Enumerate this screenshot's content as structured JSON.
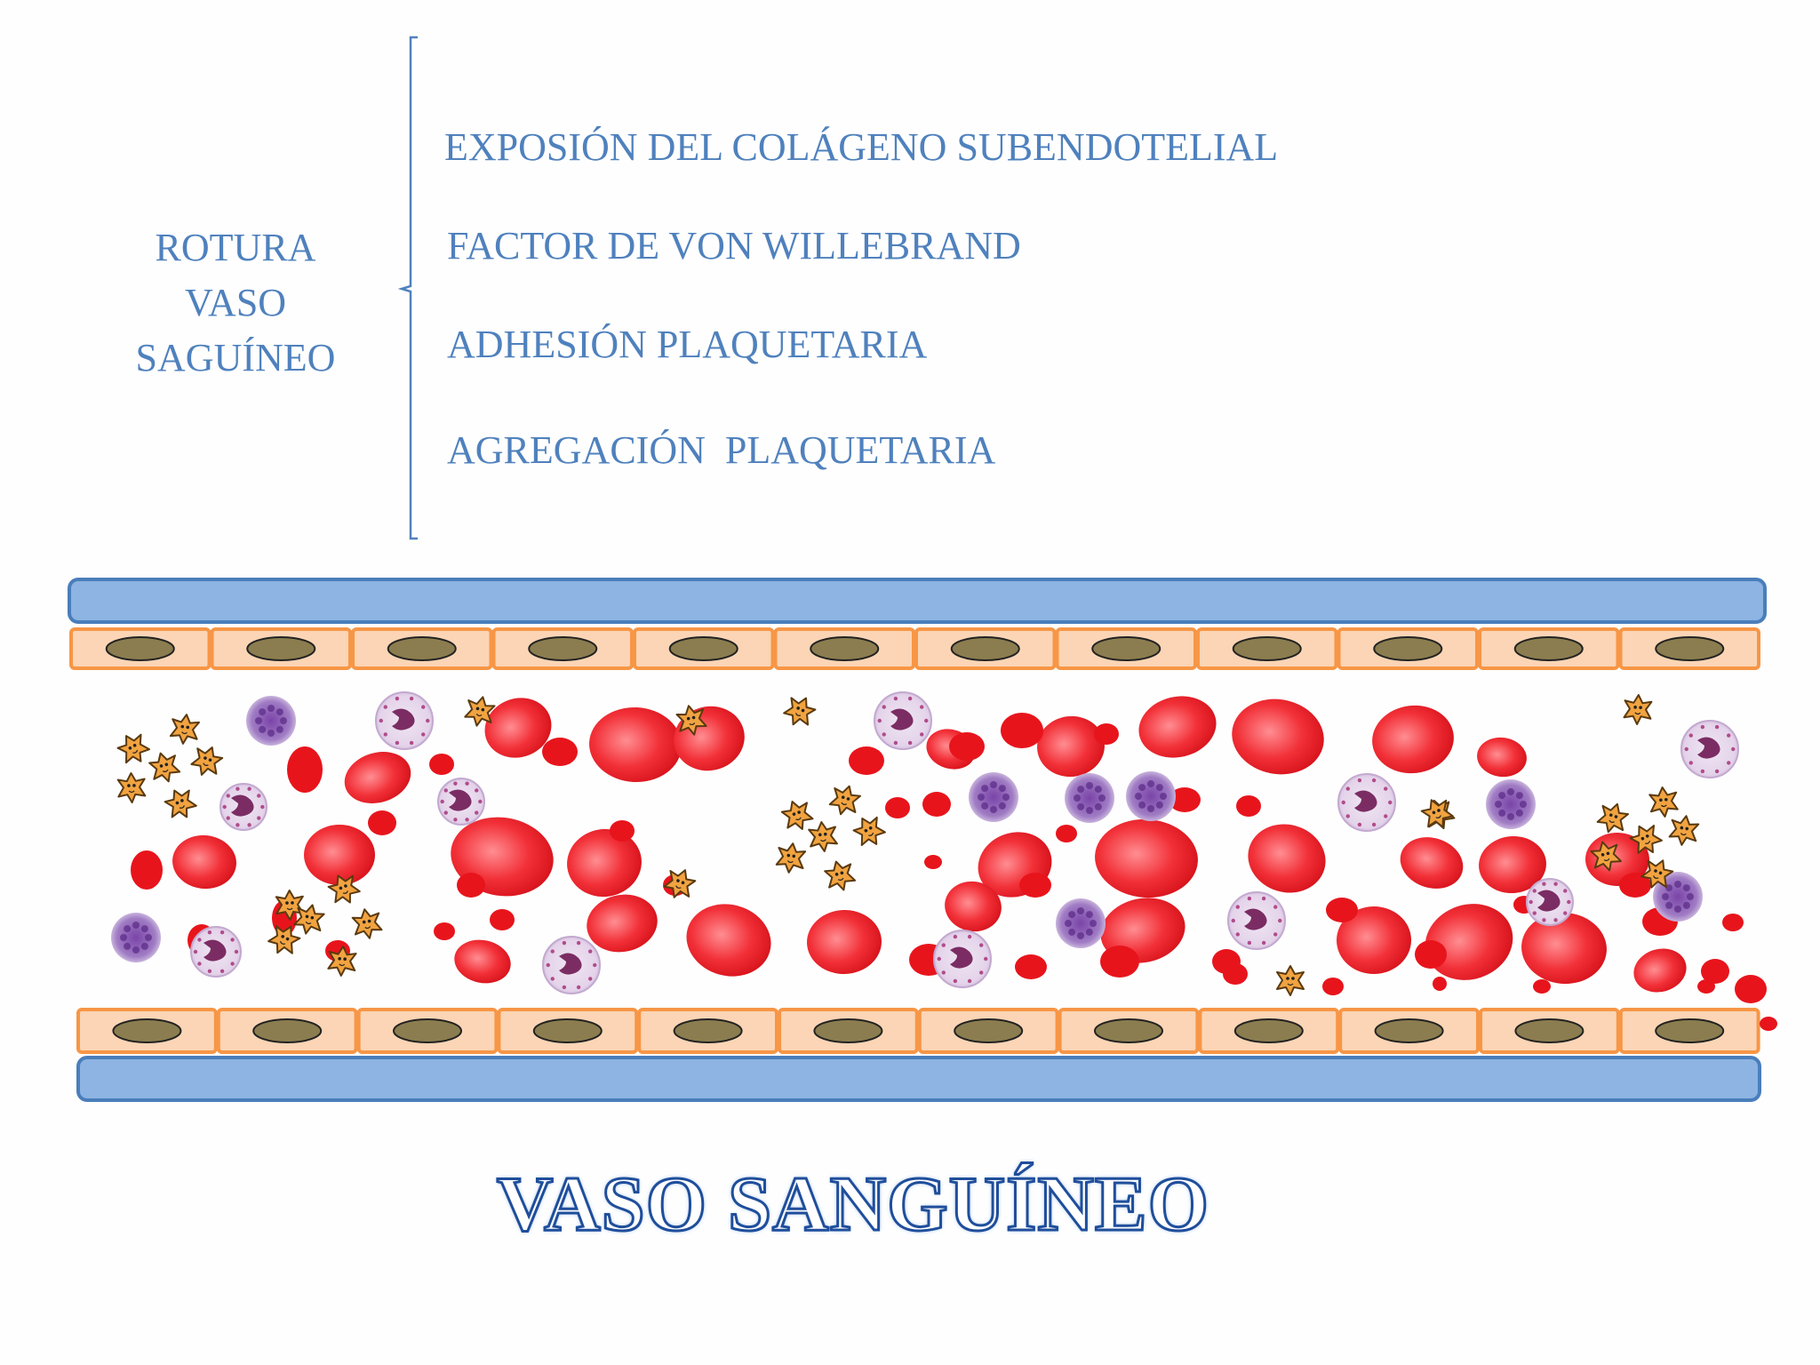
{
  "left_label": {
    "lines": [
      "ROTURA",
      "VASO",
      "SAGUÍNEO"
    ]
  },
  "steps": [
    "EXPOSIÓN DEL COLÁGENO SUBENDOTELIAL",
    "FACTOR DE VON WILLEBRAND",
    "ADHESIÓN PLAQUETARIA",
    "AGREGACIÓN  PLAQUETARIA"
  ],
  "caption": "VASO SANGUÍNEO",
  "colors": {
    "text_blue": "#4f81bd",
    "vessel_wall": "#8db4e2",
    "vessel_wall_border": "#4a7ebb",
    "endothelial_cell": "#fbd5b5",
    "endothelial_border": "#f79646",
    "nucleus": "#8b7d4f",
    "red_cell": "#e8141c",
    "white_cell_a": "#8e5fb0",
    "white_cell_b": "#c9b6d9",
    "platelet": "#f1a340",
    "caption_outline": "#1f4e9b"
  },
  "icons": [
    "curly-brace-icon",
    "red-blood-cell-icon",
    "white-blood-cell-icon",
    "platelet-icon",
    "endothelial-cell-icon"
  ]
}
